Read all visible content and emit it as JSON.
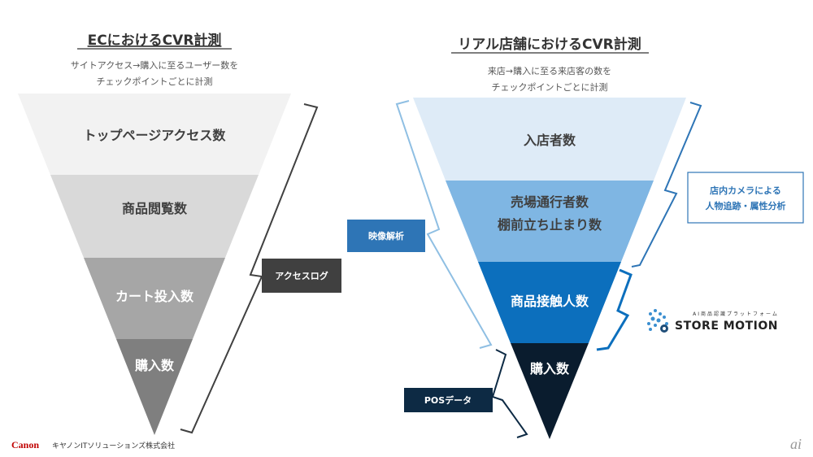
{
  "left": {
    "title": "ECにおけるCVR計測",
    "subtitle_line1": "サイトアクセス→購入に至るユーザー数を",
    "subtitle_line2": "チェックポイントごとに計測",
    "stages": [
      "トップページアクセス数",
      "商品閲覧数",
      "カート投入数",
      "購入数"
    ],
    "bracket_label": "アクセスログ"
  },
  "right": {
    "title": "リアル店舗におけるCVR計測",
    "subtitle_line1": "来店→購入に至る来店客の数を",
    "subtitle_line2": "チェックポイントごとに計測",
    "stages": [
      "入店者数",
      "売場通行者数",
      "棚前立ち止まり数",
      "商品接触人数",
      "購入数"
    ],
    "video_label": "映像解析",
    "camera_label_line1": "店内カメラによる",
    "camera_label_line2": "人物追跡・属性分析",
    "pos_label": "POSデータ"
  },
  "logos": {
    "store_motion": "STORE MOTION",
    "store_motion_tagline": "AI商品認識プラットフォーム",
    "canon": "Canon",
    "company": "キヤノンITソリューションズ株式会社",
    "watermark": "ai"
  },
  "colors": {
    "accent_blue": "#2e75b6",
    "navy": "#0d2a44"
  }
}
